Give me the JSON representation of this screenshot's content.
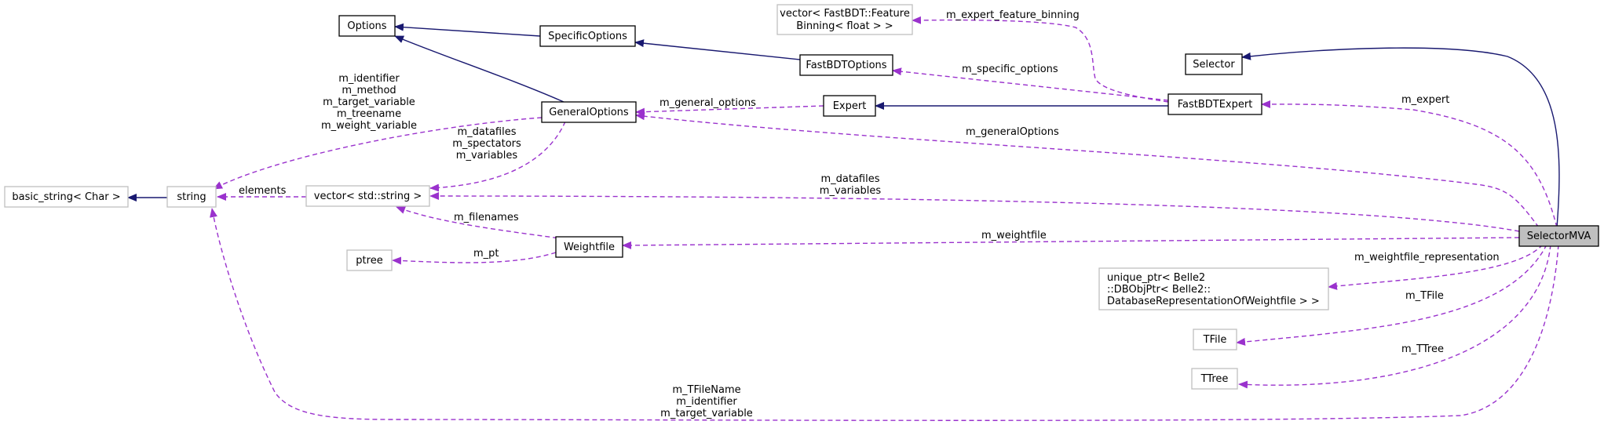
{
  "nodes": {
    "options": "Options",
    "specific_options": "SpecificOptions",
    "fastbdt_binning": [
      "vector< FastBDT::Feature",
      "Binning< float > >"
    ],
    "selector": "Selector",
    "fastbdt_options": "FastBDTOptions",
    "general_options": "GeneralOptions",
    "expert": "Expert",
    "fastbdt_expert": "FastBDTExpert",
    "basic_string": "basic_string< Char >",
    "string": "string",
    "vector_string": "vector< std::string >",
    "weightfile": "Weightfile",
    "ptree": "ptree",
    "selector_mva": "SelectorMVA",
    "unique_ptr": [
      "unique_ptr< Belle2",
      "::DBObjPtr< Belle2::",
      "DatabaseRepresentationOfWeightfile > >"
    ],
    "tfile": "TFile",
    "ttree": "TTree"
  },
  "edge_labels": {
    "expert_feature_binning": "m_expert_feature_binning",
    "specific_options": "m_specific_options",
    "general_options": "m_general_options",
    "expert": "m_expert",
    "generalOptions": "m_generalOptions",
    "go_to_string": [
      "m_identifier",
      "m_method",
      "m_target_variable",
      "m_treename",
      "m_weight_variable"
    ],
    "go_to_vector": [
      "m_datafiles",
      "m_spectators",
      "m_variables"
    ],
    "elements": "elements",
    "mva_to_vector": [
      "m_datafiles",
      "m_variables"
    ],
    "filenames": "m_filenames",
    "weightfile": "m_weightfile",
    "pt": "m_pt",
    "weightfile_representation": "m_weightfile_representation",
    "tfile": "m_TFile",
    "ttree": "m_TTree",
    "mva_to_string": [
      "m_TFileName",
      "m_identifier",
      "m_target_variable"
    ]
  },
  "colors": {
    "inheritance": "#191970",
    "usage": "#9a32cd",
    "focus_fill": "#bfbfbf",
    "undocumented_border": "#bfbfbf"
  }
}
